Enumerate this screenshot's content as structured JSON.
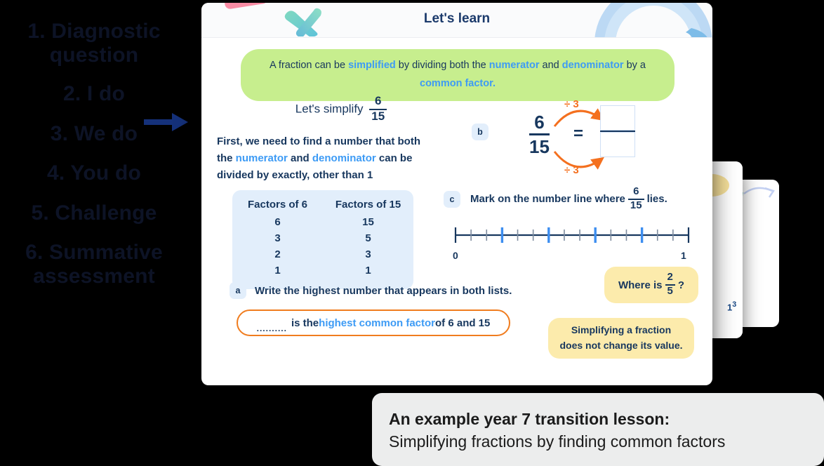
{
  "sidebar": {
    "items": [
      {
        "label": "1. Diagnostic question"
      },
      {
        "label": "2. I do"
      },
      {
        "label": "3. We do"
      },
      {
        "label": "4. You do"
      },
      {
        "label": "5. Challenge"
      },
      {
        "label": "6. Summative assessment"
      }
    ],
    "active_index": 1,
    "arrow_icon": "right-arrow-icon"
  },
  "slide": {
    "title": "Let's learn",
    "banner": {
      "part1": "A fraction can be ",
      "kw1": "simplified",
      "part2": " by dividing both the ",
      "kw2": "numerator",
      "part3": " and ",
      "kw3": "denominator",
      "part4": " by a ",
      "kw4": "common factor."
    },
    "left": {
      "lets_simplify_label": "Let's simplify",
      "fraction": {
        "numerator": "6",
        "denominator": "15"
      },
      "para_part1": "First, we need to find a number that both the ",
      "para_kw1": "numerator",
      "para_part2": " and ",
      "para_kw2": "denominator",
      "para_part3": " can be divided by exactly, other than 1",
      "factors_table": {
        "headers": [
          "Factors of 6",
          "Factors of 15"
        ],
        "col1": [
          "6",
          "3",
          "2",
          "1"
        ],
        "col2": [
          "15",
          "5",
          "3",
          "1"
        ]
      }
    },
    "step_a": {
      "badge": "a",
      "text": "Write the highest number that appears in both lists.",
      "answer_dots": "..........",
      "answer_part1": " is the ",
      "answer_kw": "highest common factor",
      "answer_part2": " of 6 and 15"
    },
    "step_b": {
      "badge": "b",
      "fraction": {
        "numerator": "6",
        "denominator": "15"
      },
      "equals": "=",
      "divide_top": "÷ 3",
      "divide_bottom": "÷ 3",
      "result_numerator": "",
      "result_denominator": ""
    },
    "step_c": {
      "badge": "c",
      "text_part1": "Mark on the number line where",
      "fraction": {
        "numerator": "6",
        "denominator": "15"
      },
      "text_part2": "lies.",
      "numberline": {
        "start_label": "0",
        "end_label": "1",
        "divisions": 15,
        "highlighted_ticks": [
          3,
          6,
          9,
          12
        ],
        "tick_color": "#3d8ef0",
        "line_color": "#17375e"
      }
    },
    "callouts": [
      {
        "prefix": "Where is",
        "numerator": "2",
        "denominator": "5",
        "suffix": "?"
      },
      {
        "line1": "Simplifying a fraction",
        "line2": "does not change its value."
      }
    ]
  },
  "caption": {
    "line1_bold": "An example year 7 transition lesson",
    "line1_tail": ":",
    "line2": "Simplifying fractions by finding common factors"
  },
  "colors": {
    "accent_blue": "#3d9bf5",
    "deep_blue": "#17375e",
    "banner_green": "#c7ee8e",
    "callout_yellow": "#fcebac",
    "table_blue": "#e2eefb",
    "orange": "#f4701f",
    "caption_bg": "#eceded",
    "page_bg": "#000000"
  }
}
